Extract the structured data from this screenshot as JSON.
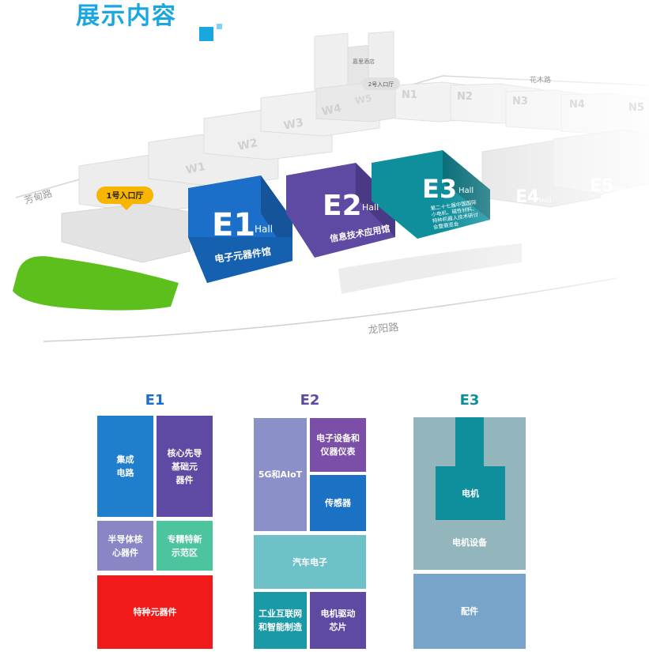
{
  "title": "展示内容",
  "colors": {
    "accent": "#1aa7e0",
    "e1": "#1b6fc9",
    "e2": "#5e4aa3",
    "e3": "#0f8f9c",
    "entrance": "#f7b500",
    "green": "#5cbf1c"
  },
  "map": {
    "roads": {
      "fangdian": "芳甸路",
      "longyang": "龙阳路",
      "huamu": "花木路"
    },
    "hotel": "嘉里酒店",
    "entrance1": "1号入口厅",
    "entrance2": "2号入口厅",
    "halls_west": [
      "W1",
      "W2",
      "W3",
      "W4",
      "W5"
    ],
    "halls_north": [
      "N1",
      "N2",
      "N3",
      "N4",
      "N5"
    ],
    "hall_suffix": "Hall",
    "e4": "E4",
    "e5": "E5",
    "e1": {
      "code": "E1",
      "name": "电子元器件馆"
    },
    "e2": {
      "code": "E2",
      "name": "信息技术应用馆"
    },
    "e3": {
      "code": "E3",
      "desc": [
        "第二十七届中国国际",
        "小电机、磁性材料、",
        "特种机器人技术研讨",
        "会暨展览会"
      ]
    }
  },
  "columns": {
    "e1": {
      "heading": "E1",
      "tiles": {
        "ic": "集成\n电路",
        "core": "核心先导\n基础元\n器件",
        "semi": "半导体核\n心器件",
        "special_zone": "专精特新\n示范区",
        "special_parts": "特种元器件"
      }
    },
    "e2": {
      "heading": "E2",
      "tiles": {
        "fiveg": "5G和AIoT",
        "equipment": "电子设备和\n仪器仪表",
        "sensor": "传感器",
        "auto": "汽车电子",
        "iiot": "工业互联网\n和智能制造",
        "motor_chip": "电机驱动\n芯片"
      }
    },
    "e3": {
      "heading": "E3",
      "tiles": {
        "motor": "电机",
        "motor_equipment": "电机设备",
        "parts": "配件"
      }
    }
  }
}
